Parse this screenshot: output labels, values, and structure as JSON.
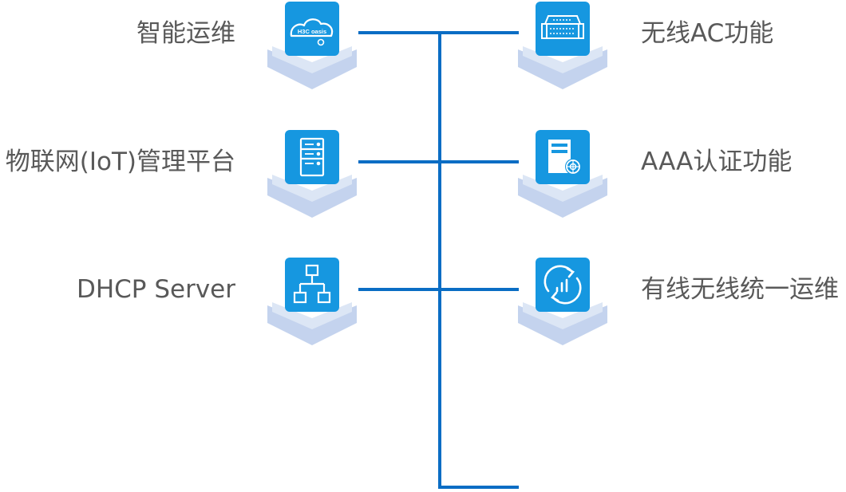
{
  "left_items": [
    {
      "label": "智能运维",
      "icon": "cloud-oasis-icon",
      "logo_text": "H3C oasis"
    },
    {
      "label": "物联网(IoT)管理平台",
      "icon": "server-tower-icon"
    },
    {
      "label": "DHCP Server",
      "icon": "network-topology-icon"
    }
  ],
  "right_items": [
    {
      "label": "无线AC功能",
      "icon": "rack-controller-icon"
    },
    {
      "label": "AAA认证功能",
      "icon": "auth-server-icon"
    },
    {
      "label": "有线无线统一运维",
      "icon": "refresh-analytics-icon"
    }
  ],
  "colors": {
    "accent": "#1697E0",
    "line": "#0A6DC4",
    "chevron_light": "#DCE6F5",
    "chevron_mid": "#C4D3EE",
    "label_text": "#595959"
  }
}
